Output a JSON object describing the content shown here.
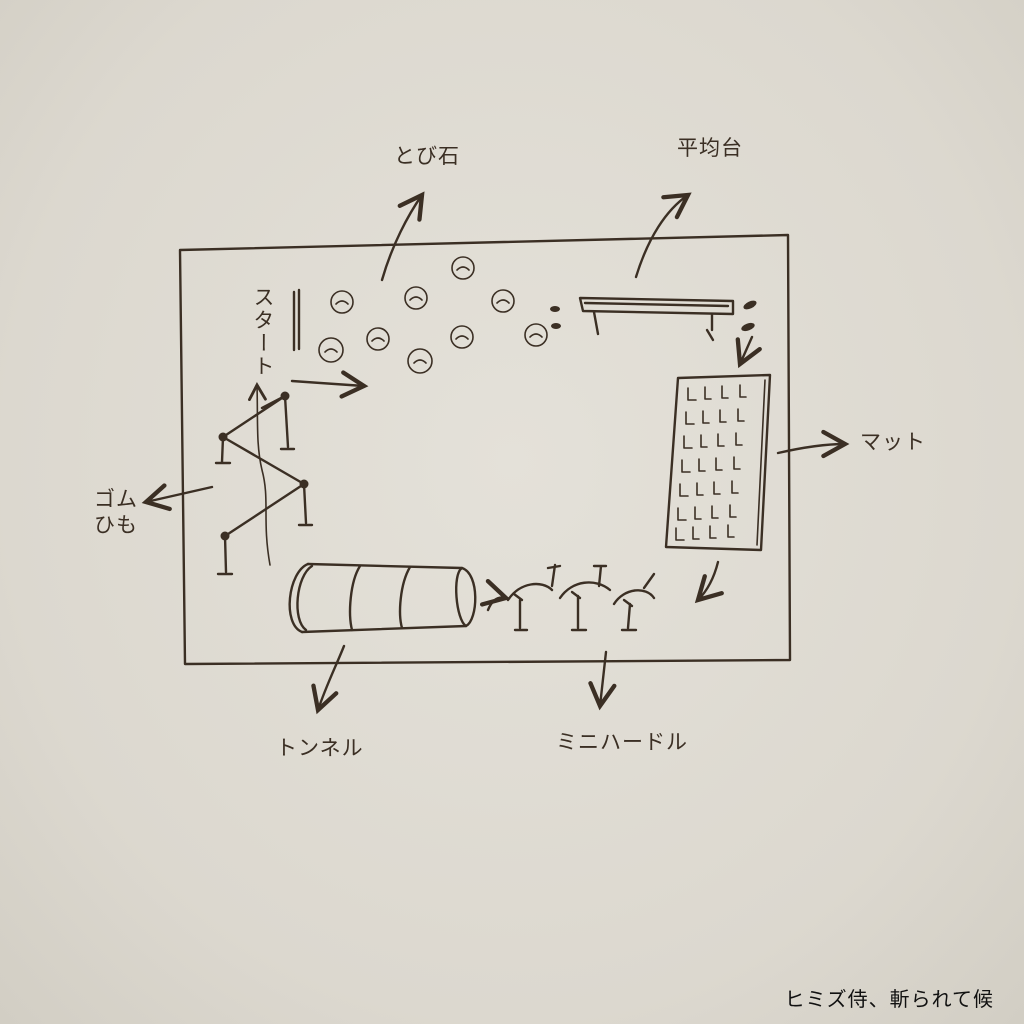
{
  "labels": {
    "stepping_stones": "とび石",
    "balance_beam": "平均台",
    "start": "スタート",
    "mat": "マット",
    "rubber_rope": "ゴム\nひも",
    "tunnel": "トンネル",
    "mini_hurdles": "ミニハードル"
  },
  "watermark": "ヒミズ侍、斬られて候"
}
